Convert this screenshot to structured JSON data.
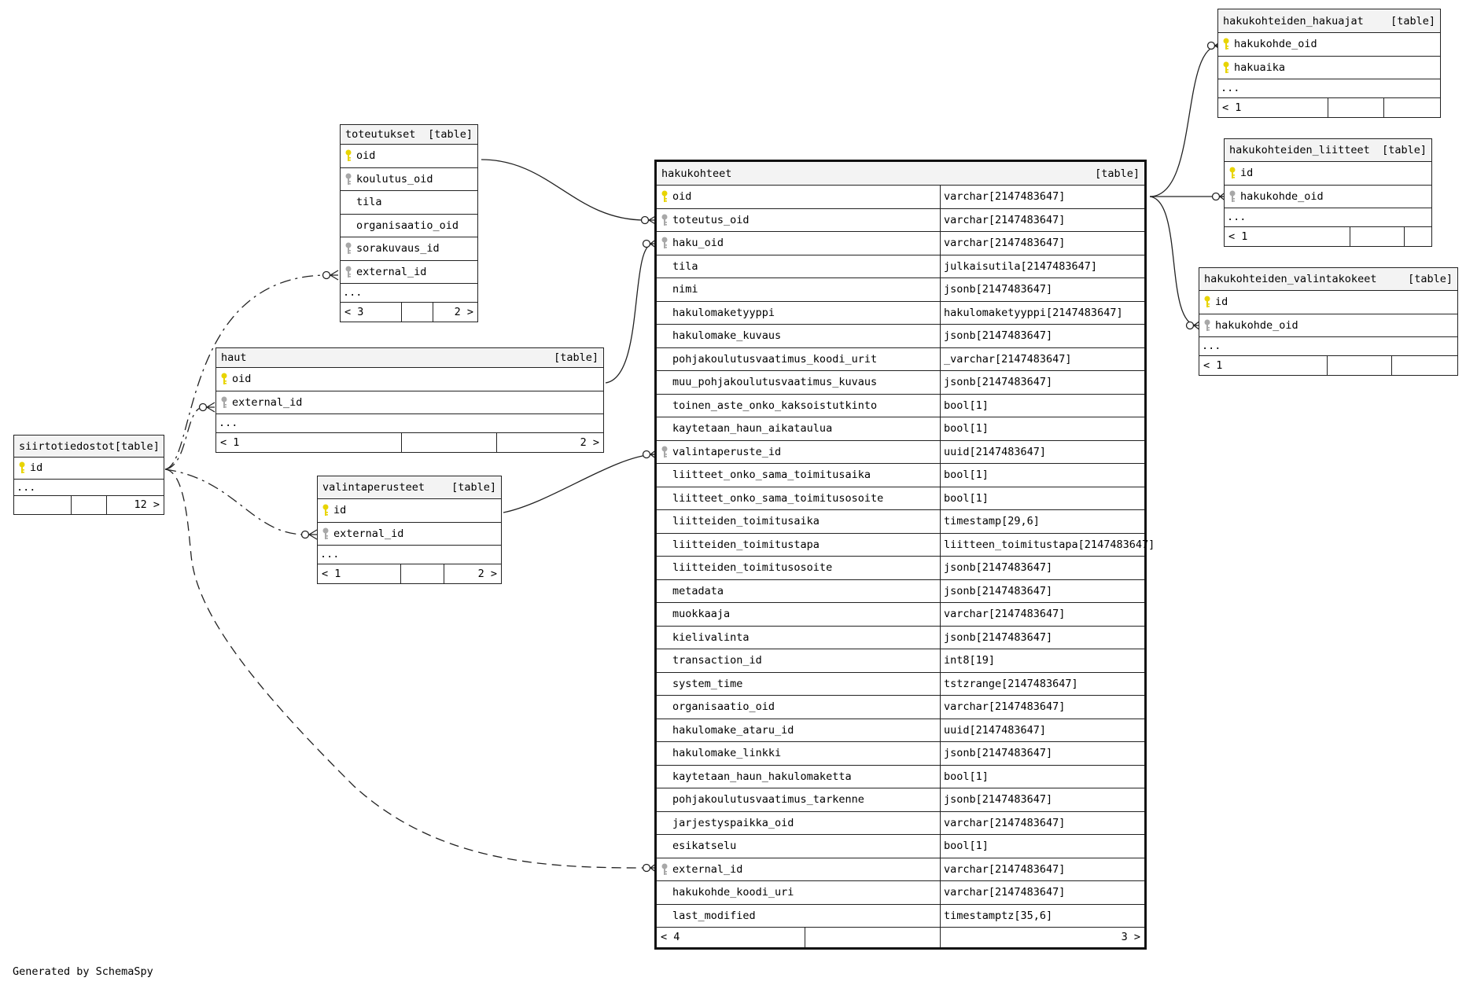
{
  "credit": "Generated by SchemaSpy",
  "tables": {
    "toteutukset": {
      "name": "toteutukset",
      "tag": "[table]",
      "columns": [
        {
          "name": "oid",
          "key": "pk"
        },
        {
          "name": "koulutus_oid",
          "key": "fk"
        },
        {
          "name": "tila",
          "key": ""
        },
        {
          "name": "organisaatio_oid",
          "key": ""
        },
        {
          "name": "sorakuvaus_id",
          "key": "fk"
        },
        {
          "name": "external_id",
          "key": "fk"
        }
      ],
      "more": "...",
      "footer": [
        "< 3",
        "",
        "2 >"
      ]
    },
    "haut": {
      "name": "haut",
      "tag": "[table]",
      "columns": [
        {
          "name": "oid",
          "key": "pk"
        },
        {
          "name": "external_id",
          "key": "fk"
        }
      ],
      "more": "...",
      "footer": [
        "< 1",
        "",
        "2 >"
      ]
    },
    "siirtotiedostot": {
      "name": "siirtotiedostot",
      "tag": "[table]",
      "columns": [
        {
          "name": "id",
          "key": "pk"
        }
      ],
      "more": "...",
      "footer": [
        "",
        "",
        "12 >"
      ]
    },
    "valintaperusteet": {
      "name": "valintaperusteet",
      "tag": "[table]",
      "columns": [
        {
          "name": "id",
          "key": "pk"
        },
        {
          "name": "external_id",
          "key": "fk"
        }
      ],
      "more": "...",
      "footer": [
        "< 1",
        "",
        "2 >"
      ]
    },
    "hakukohteet": {
      "name": "hakukohteet",
      "tag": "[table]",
      "columns": [
        {
          "name": "oid",
          "type": "varchar[2147483647]",
          "key": "pk"
        },
        {
          "name": "toteutus_oid",
          "type": "varchar[2147483647]",
          "key": "fk"
        },
        {
          "name": "haku_oid",
          "type": "varchar[2147483647]",
          "key": "fk"
        },
        {
          "name": "tila",
          "type": "julkaisutila[2147483647]",
          "key": ""
        },
        {
          "name": "nimi",
          "type": "jsonb[2147483647]",
          "key": ""
        },
        {
          "name": "hakulomaketyyppi",
          "type": "hakulomaketyyppi[2147483647]",
          "key": ""
        },
        {
          "name": "hakulomake_kuvaus",
          "type": "jsonb[2147483647]",
          "key": ""
        },
        {
          "name": "pohjakoulutusvaatimus_koodi_urit",
          "type": "_varchar[2147483647]",
          "key": ""
        },
        {
          "name": "muu_pohjakoulutusvaatimus_kuvaus",
          "type": "jsonb[2147483647]",
          "key": ""
        },
        {
          "name": "toinen_aste_onko_kaksoistutkinto",
          "type": "bool[1]",
          "key": ""
        },
        {
          "name": "kaytetaan_haun_aikataulua",
          "type": "bool[1]",
          "key": ""
        },
        {
          "name": "valintaperuste_id",
          "type": "uuid[2147483647]",
          "key": "fk"
        },
        {
          "name": "liitteet_onko_sama_toimitusaika",
          "type": "bool[1]",
          "key": ""
        },
        {
          "name": "liitteet_onko_sama_toimitusosoite",
          "type": "bool[1]",
          "key": ""
        },
        {
          "name": "liitteiden_toimitusaika",
          "type": "timestamp[29,6]",
          "key": ""
        },
        {
          "name": "liitteiden_toimitustapa",
          "type": "liitteen_toimitustapa[2147483647]",
          "key": ""
        },
        {
          "name": "liitteiden_toimitusosoite",
          "type": "jsonb[2147483647]",
          "key": ""
        },
        {
          "name": "metadata",
          "type": "jsonb[2147483647]",
          "key": ""
        },
        {
          "name": "muokkaaja",
          "type": "varchar[2147483647]",
          "key": ""
        },
        {
          "name": "kielivalinta",
          "type": "jsonb[2147483647]",
          "key": ""
        },
        {
          "name": "transaction_id",
          "type": "int8[19]",
          "key": ""
        },
        {
          "name": "system_time",
          "type": "tstzrange[2147483647]",
          "key": ""
        },
        {
          "name": "organisaatio_oid",
          "type": "varchar[2147483647]",
          "key": ""
        },
        {
          "name": "hakulomake_ataru_id",
          "type": "uuid[2147483647]",
          "key": ""
        },
        {
          "name": "hakulomake_linkki",
          "type": "jsonb[2147483647]",
          "key": ""
        },
        {
          "name": "kaytetaan_haun_hakulomaketta",
          "type": "bool[1]",
          "key": ""
        },
        {
          "name": "pohjakoulutusvaatimus_tarkenne",
          "type": "jsonb[2147483647]",
          "key": ""
        },
        {
          "name": "jarjestyspaikka_oid",
          "type": "varchar[2147483647]",
          "key": ""
        },
        {
          "name": "esikatselu",
          "type": "bool[1]",
          "key": ""
        },
        {
          "name": "external_id",
          "type": "varchar[2147483647]",
          "key": "fk"
        },
        {
          "name": "hakukohde_koodi_uri",
          "type": "varchar[2147483647]",
          "key": ""
        },
        {
          "name": "last_modified",
          "type": "timestamptz[35,6]",
          "key": ""
        }
      ],
      "footer": [
        "< 4",
        "",
        "3 >"
      ]
    },
    "hakukohteiden_hakuajat": {
      "name": "hakukohteiden_hakuajat",
      "tag": "[table]",
      "columns": [
        {
          "name": "hakukohde_oid",
          "key": "pk"
        },
        {
          "name": "hakuaika",
          "key": "pk"
        }
      ],
      "more": "...",
      "footer": [
        "< 1",
        "",
        ""
      ]
    },
    "hakukohteiden_liitteet": {
      "name": "hakukohteiden_liitteet",
      "tag": "[table]",
      "columns": [
        {
          "name": "id",
          "key": "pk"
        },
        {
          "name": "hakukohde_oid",
          "key": "fk"
        }
      ],
      "more": "...",
      "footer": [
        "< 1",
        "",
        ""
      ]
    },
    "hakukohteiden_valintakokeet": {
      "name": "hakukohteiden_valintakokeet",
      "tag": "[table]",
      "columns": [
        {
          "name": "id",
          "key": "pk"
        },
        {
          "name": "hakukohde_oid",
          "key": "fk"
        }
      ],
      "more": "...",
      "footer": [
        "< 1",
        "",
        ""
      ]
    }
  },
  "colors": {
    "pk_key": "#e8d400",
    "fk_key": "#a8a8a8",
    "line": "#222222",
    "header_bg": "#f3f3f3"
  }
}
